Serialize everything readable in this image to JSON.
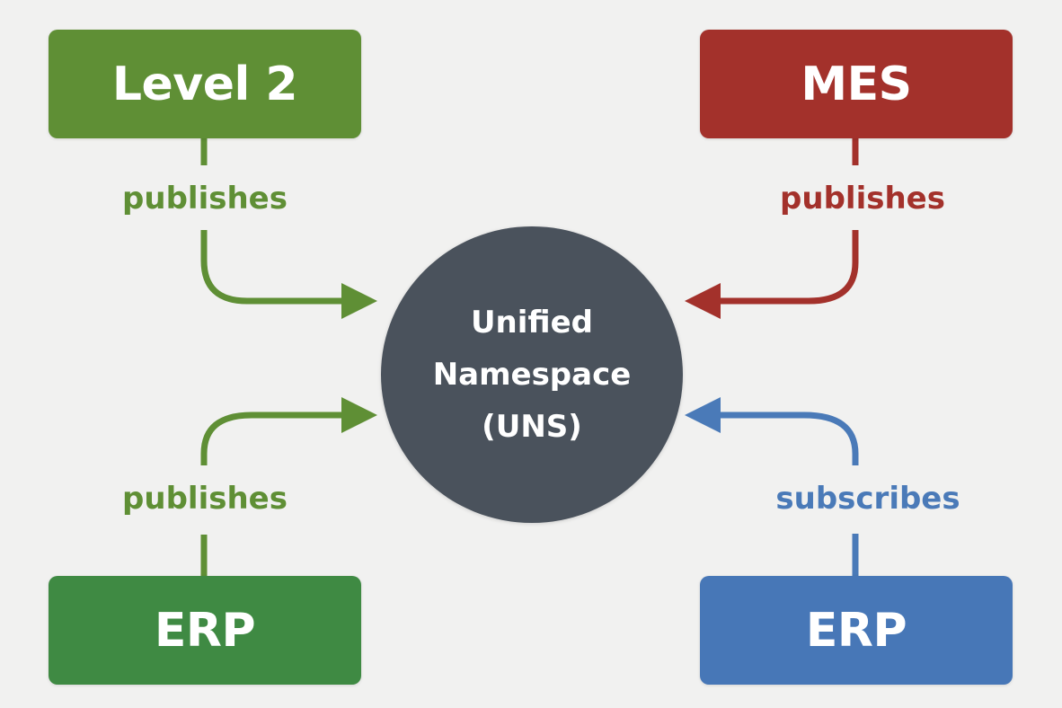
{
  "diagram": {
    "hub": {
      "lines": [
        "Unified",
        "Namespace",
        "(UNS)"
      ],
      "color": "#4a525c"
    },
    "nodes": [
      {
        "id": "level2",
        "label": "Level 2",
        "color": "#5f8f35",
        "relation": "publishes",
        "relation_color": "#5f8f35",
        "direction": "to-hub"
      },
      {
        "id": "mes",
        "label": "MES",
        "color": "#a3312b",
        "relation": "publishes",
        "relation_color": "#a3312b",
        "direction": "to-hub"
      },
      {
        "id": "erp-left",
        "label": "ERP",
        "color": "#3f8a43",
        "relation": "publishes",
        "relation_color": "#5f8f35",
        "direction": "to-hub"
      },
      {
        "id": "erp-right",
        "label": "ERP",
        "color": "#4777b7",
        "relation": "subscribes",
        "relation_color": "#4a7ab8",
        "direction": "to-hub"
      }
    ]
  }
}
